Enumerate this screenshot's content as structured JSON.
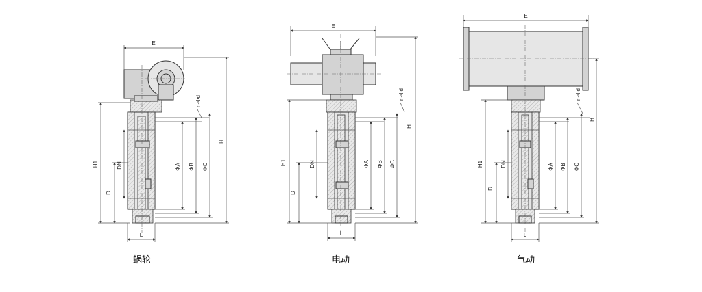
{
  "variants": [
    {
      "caption": "蜗轮",
      "labels": {
        "E": "E",
        "H1": "H1",
        "DN": "DN",
        "D": "D",
        "L": "L",
        "A": "ΦA",
        "B": "ΦB",
        "C": "ΦC",
        "H": "H",
        "nd": "n-Φd"
      }
    },
    {
      "caption": "电动",
      "labels": {
        "E": "E",
        "H1": "H1",
        "DN": "DN",
        "D": "D",
        "L": "L",
        "A": "ΦA",
        "B": "ΦB",
        "C": "ΦC",
        "H": "H",
        "nd": "n-Φd"
      }
    },
    {
      "caption": "气动",
      "labels": {
        "E": "E",
        "H1": "H1",
        "DN": "DN",
        "D": "D",
        "L": "L",
        "A": "ΦA",
        "B": "ΦB",
        "C": "ΦC",
        "H": "H",
        "nd": "n-Φd"
      }
    }
  ]
}
